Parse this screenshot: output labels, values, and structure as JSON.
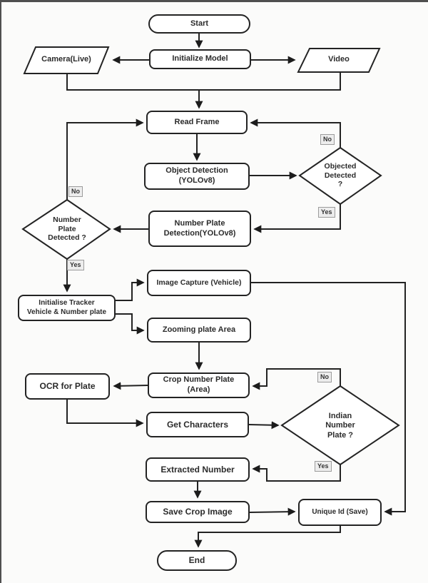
{
  "diagram_type": "flowchart",
  "nodes": {
    "start": "Start",
    "camera": "Camera(Live)",
    "initialize_model": "Initialize Model",
    "video": "Video",
    "read_frame": "Read Frame",
    "object_detection": "Object Detection\n(YOLOv8)",
    "objected_detected": "Objected\nDetected\n?",
    "number_plate_detection": "Number Plate\nDetection(YOLOv8)",
    "number_plate_detected": "Number\nPlate\nDetected ?",
    "initialise_tracker": "Initialise Tracker\nVehicle & Number plate",
    "image_capture": "Image Capture (Vehicle)",
    "zooming_plate_area": "Zooming plate Area",
    "crop_number_plate": "Crop Number Plate\n(Area)",
    "ocr_for_plate": "OCR for Plate",
    "get_characters": "Get Characters",
    "indian_number_plate": "Indian\nNumber\nPlate ?",
    "extracted_number": "Extracted Number",
    "save_crop_image": "Save Crop Image",
    "unique_id_save": "Unique Id (Save)",
    "end": "End"
  },
  "branch_labels": {
    "objected_no": "No",
    "objected_yes": "Yes",
    "plate_no": "No",
    "plate_yes": "Yes",
    "indian_no": "No",
    "indian_yes": "Yes"
  },
  "edges": [
    {
      "from": "start",
      "to": "initialize_model"
    },
    {
      "from": "initialize_model",
      "to": "camera"
    },
    {
      "from": "initialize_model",
      "to": "video"
    },
    {
      "from": "camera",
      "to": "read_frame"
    },
    {
      "from": "video",
      "to": "read_frame"
    },
    {
      "from": "read_frame",
      "to": "object_detection"
    },
    {
      "from": "object_detection",
      "to": "objected_detected"
    },
    {
      "from": "objected_detected",
      "to": "read_frame",
      "label": "No"
    },
    {
      "from": "objected_detected",
      "to": "number_plate_detection",
      "label": "Yes"
    },
    {
      "from": "number_plate_detection",
      "to": "number_plate_detected"
    },
    {
      "from": "number_plate_detected",
      "to": "read_frame",
      "label": "No"
    },
    {
      "from": "number_plate_detected",
      "to": "initialise_tracker",
      "label": "Yes"
    },
    {
      "from": "initialise_tracker",
      "to": "image_capture"
    },
    {
      "from": "initialise_tracker",
      "to": "zooming_plate_area"
    },
    {
      "from": "image_capture",
      "to": "unique_id_save"
    },
    {
      "from": "zooming_plate_area",
      "to": "crop_number_plate"
    },
    {
      "from": "crop_number_plate",
      "to": "ocr_for_plate"
    },
    {
      "from": "ocr_for_plate",
      "to": "get_characters"
    },
    {
      "from": "get_characters",
      "to": "indian_number_plate"
    },
    {
      "from": "indian_number_plate",
      "to": "crop_number_plate",
      "label": "No"
    },
    {
      "from": "indian_number_plate",
      "to": "extracted_number",
      "label": "Yes"
    },
    {
      "from": "extracted_number",
      "to": "save_crop_image"
    },
    {
      "from": "save_crop_image",
      "to": "unique_id_save"
    },
    {
      "from": "unique_id_save",
      "to": "end"
    }
  ],
  "colors": {
    "stroke": "#222222",
    "node_fill": "#ffffff",
    "background": "#fbfbfa",
    "chip_fill": "#ededed",
    "chip_border": "#9c9c9c",
    "text": "#2b2b2b"
  }
}
